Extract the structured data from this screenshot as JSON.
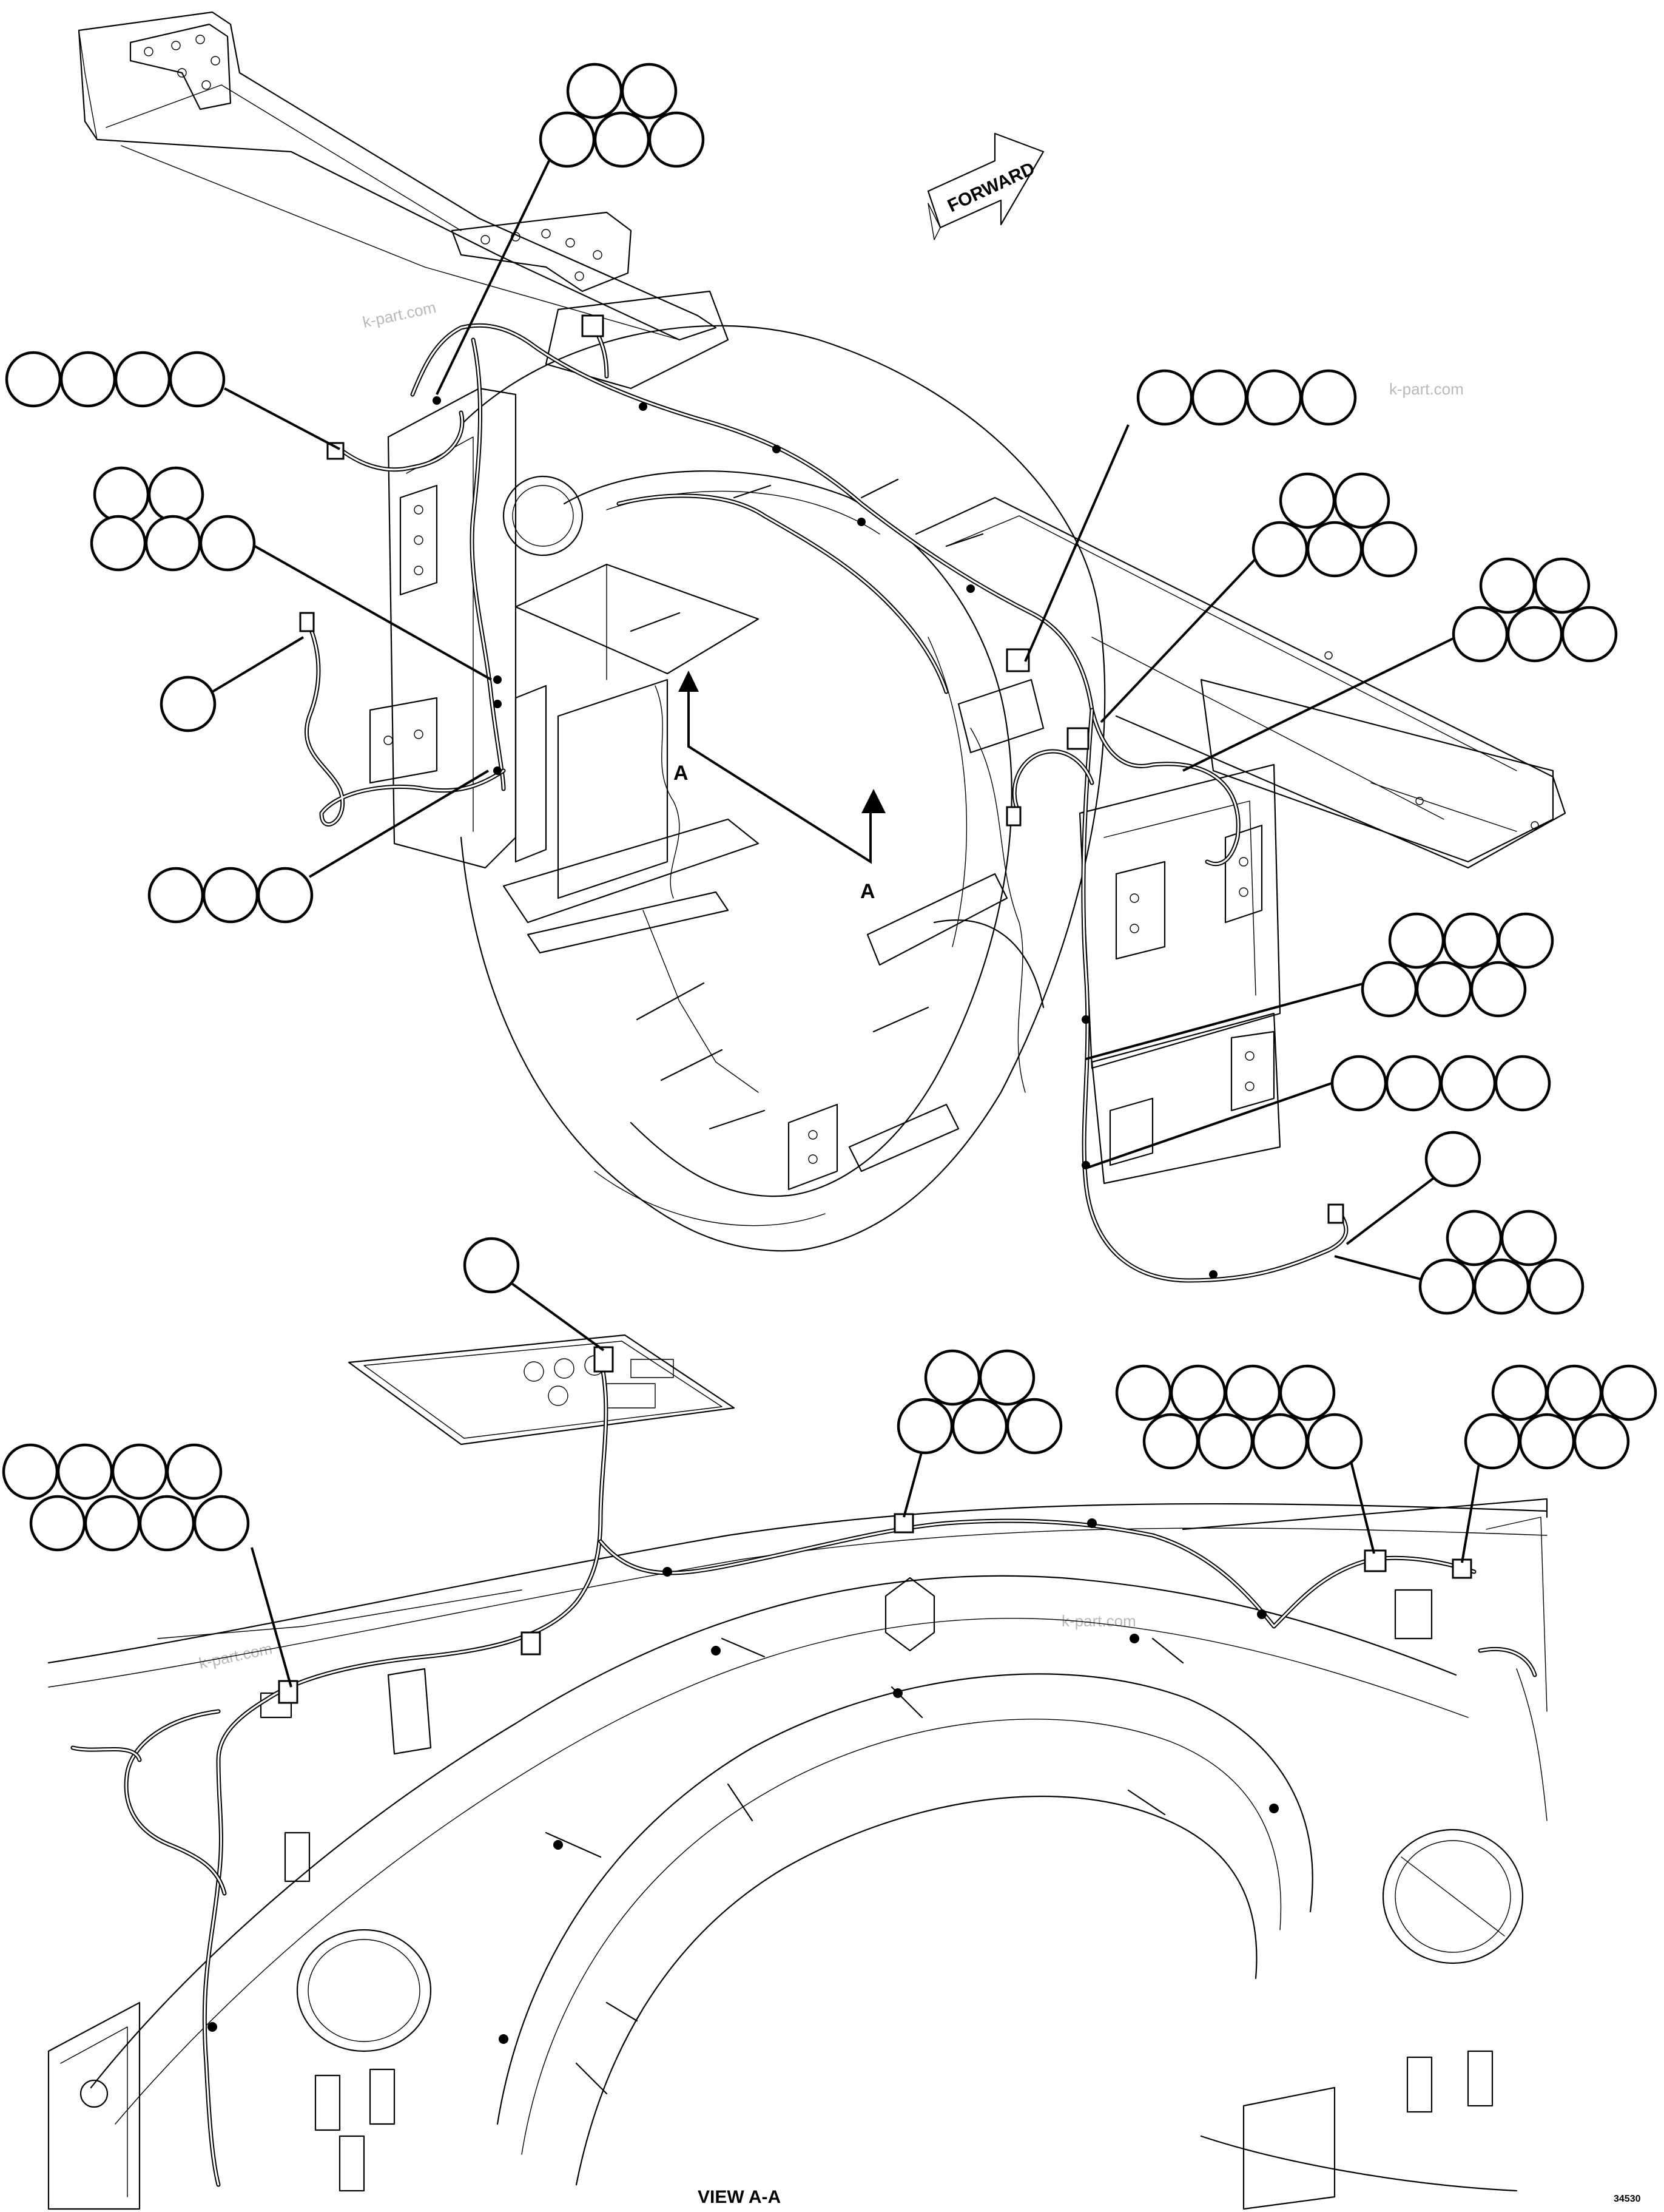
{
  "diagram": {
    "forward_label": "FORWARD",
    "section_letter_a": "A",
    "section_letter_b": "A",
    "view_label": "VIEW A-A",
    "watermark_1": "k-part.com",
    "watermark_2": "k-part.com",
    "watermark_3": "k-part.com",
    "watermark_4": "k-part.com",
    "drawing_number": "34530"
  }
}
